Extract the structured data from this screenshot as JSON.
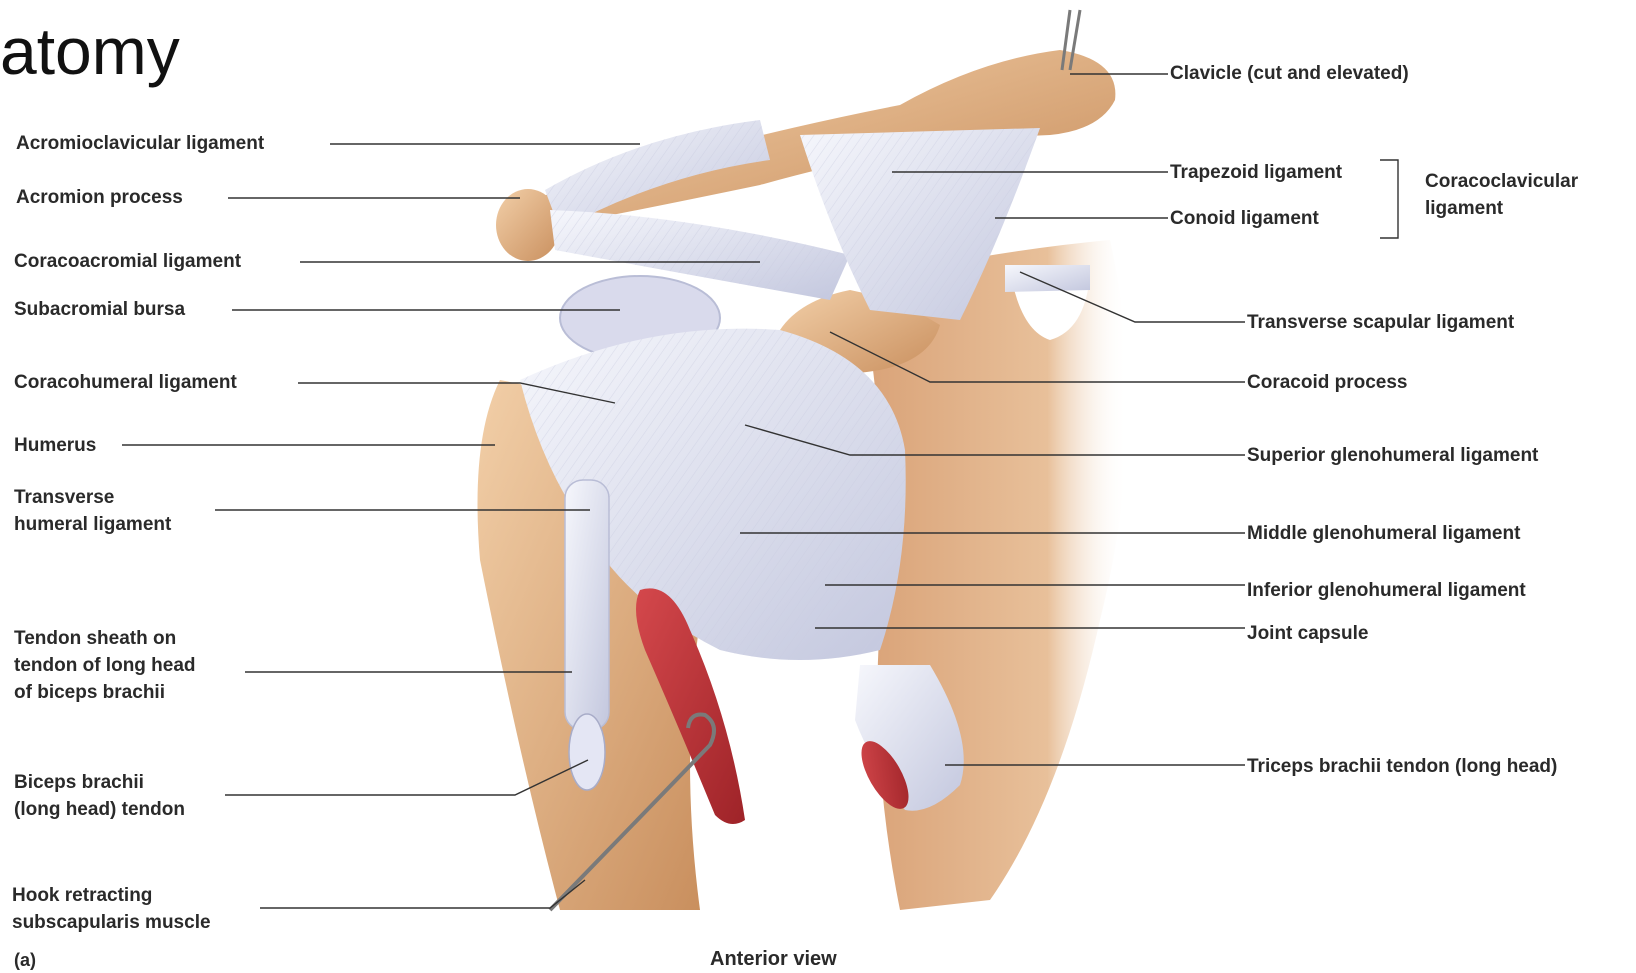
{
  "title": "atomy",
  "labels": {
    "acromioclavicular": "Acromioclavicular ligament",
    "acromion": "Acromion process",
    "coracoacromial": "Coracoacromial ligament",
    "subacromial_bursa": "Subacromial bursa",
    "coracohumeral": "Coracohumeral ligament",
    "humerus": "Humerus",
    "transverse_humeral": "Transverse\nhumeral ligament",
    "tendon_sheath": "Tendon sheath on\ntendon of long head\nof biceps brachii",
    "biceps_tendon": "Biceps brachii\n(long head) tendon",
    "hook": "Hook retracting\nsubscapularis muscle",
    "clavicle": "Clavicle (cut and elevated)",
    "trapezoid": "Trapezoid ligament",
    "conoid": "Conoid ligament",
    "coracoclavicular": "Coracoclavicular\nligament",
    "transverse_scapular": "Transverse scapular ligament",
    "coracoid": "Coracoid process",
    "superior_gh": "Superior glenohumeral ligament",
    "middle_gh": "Middle glenohumeral ligament",
    "inferior_gh": "Inferior glenohumeral ligament",
    "joint_capsule": "Joint capsule",
    "triceps": "Triceps brachii tendon (long head)"
  },
  "panel_tag": "(a)",
  "view_caption": "Anterior view",
  "colors": {
    "bone": "#e8b98d",
    "bone_shadow": "#c98f5e",
    "ligament": "#eef0f8",
    "ligament_shade": "#b9bdd6",
    "muscle": "#c0353b",
    "leader": "#333333"
  }
}
